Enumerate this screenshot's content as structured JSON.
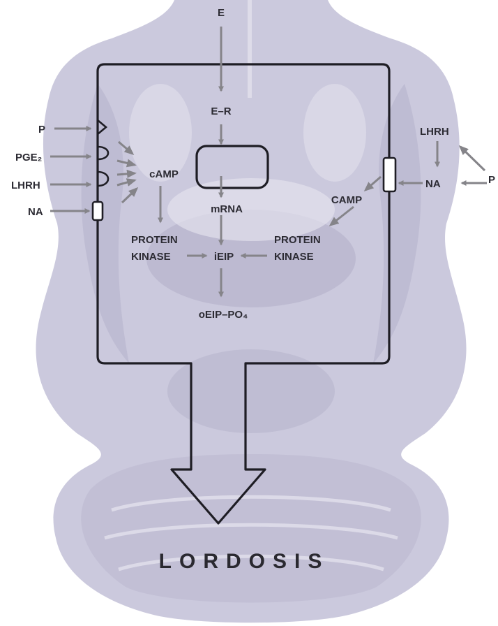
{
  "colors": {
    "brain_fill": "#cbc9dd",
    "brain_shadow": "#b4b1ca",
    "brain_highlight": "#e2e1ec",
    "outline": "#1e1d24",
    "arrow": "#858489",
    "text": "#2c2b33"
  },
  "labels": {
    "estrogen": "E",
    "receptor": "E–R",
    "mrna": "mRNA",
    "ieip": "iEIP",
    "oeip": "oEIP–PO₄",
    "camp_left": "cAMP",
    "camp_right": "CAMP",
    "protein_left": "PROTEIN",
    "kinase_left": "KINASE",
    "protein_right": "PROTEIN",
    "kinase_right": "KINASE",
    "left_inputs": {
      "p": "P",
      "pge": "PGE₂",
      "lhrh": "LHRH",
      "na": "NA"
    },
    "right_inputs": {
      "lhrh": "LHRH",
      "na": "NA",
      "p": "P"
    },
    "title": "LORDOSIS"
  }
}
